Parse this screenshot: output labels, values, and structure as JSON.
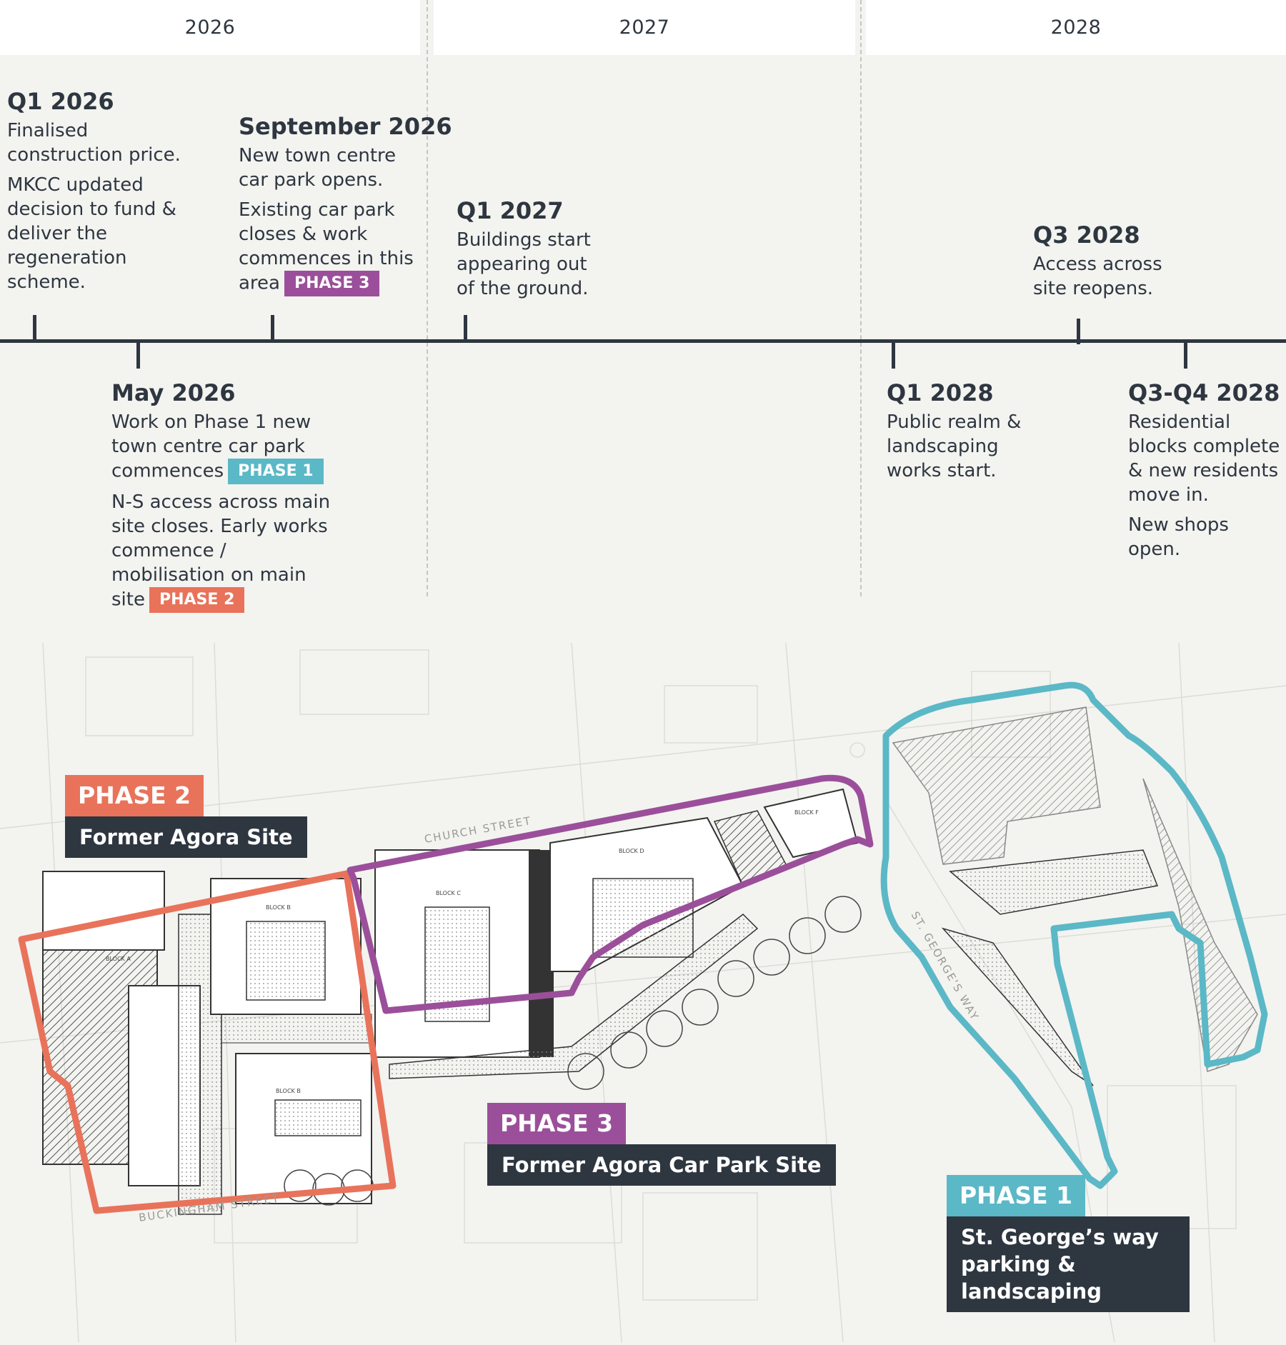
{
  "years": [
    "2026",
    "2027",
    "2028"
  ],
  "colors": {
    "phase1": "#5bb8c6",
    "phase2": "#e8735a",
    "phase3": "#9b4f9a",
    "dark": "#2e3640",
    "background": "#f3f3f0"
  },
  "milestones": {
    "q1_2026": {
      "date": "Q1 2026",
      "p1": "Finalised construction price.",
      "p2": "MKCC updated decision to fund & deliver the regeneration scheme."
    },
    "may_2026": {
      "date": "May 2026",
      "p1": "Work on Phase 1 new town centre car park commences",
      "badge1": "PHASE 1",
      "p2": "N-S access across main site closes. Early works commence / mobilisation on main site",
      "badge2": "PHASE 2"
    },
    "sep_2026": {
      "date": "September 2026",
      "p1": "New town centre car park opens.",
      "p2": "Existing car park closes & work commences in this area",
      "badge": "PHASE 3"
    },
    "q1_2027": {
      "date": "Q1 2027",
      "p1": "Buildings start appearing out of the ground."
    },
    "q1_2028": {
      "date": "Q1 2028",
      "p1": "Public realm & landscaping works start."
    },
    "q3_2028": {
      "date": "Q3 2028",
      "p1": "Access across site reopens."
    },
    "q34_2028": {
      "date": "Q3-Q4 2028",
      "p1": "Residential blocks complete & new residents move in.",
      "p2": "New shops open."
    }
  },
  "map": {
    "phase2": {
      "tag": "PHASE 2",
      "site": "Former Agora Site"
    },
    "phase3": {
      "tag": "PHASE 3",
      "site": "Former Agora Car Park Site"
    },
    "phase1": {
      "tag": "PHASE 1",
      "site": "St. George’s way parking & landscaping"
    },
    "streets": {
      "church": "CHURCH STREET",
      "buckingham": "BUCKINGHAM STREET",
      "st_georges": "ST. GEORGE'S WAY"
    },
    "blocks": {
      "a": "BLOCK A",
      "b": "BLOCK B",
      "b2": "BLOCK B",
      "c": "BLOCK C",
      "d": "BLOCK D",
      "f": "BLOCK F"
    }
  }
}
